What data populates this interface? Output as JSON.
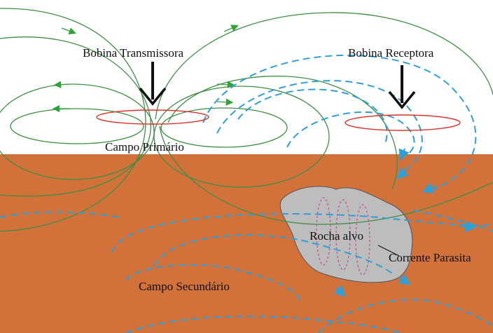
{
  "labels": {
    "transmitter_coil": "Bobina Transmissora",
    "receiver_coil": "Bobina Receptora",
    "primary_field": "Campo Primário",
    "target_rock": "Rocha alvo",
    "eddy_current": "Corrente Parasita",
    "secondary_field": "Campo Secundário"
  },
  "colors": {
    "ground": "#d2713a",
    "primary_field": "#3f8f45",
    "primary_arrow": "#2fa33a",
    "secondary_field": "#2f9fd6",
    "coil": "#d9342b",
    "rock": "#bdbdbd",
    "eddy_current": "#c0509a",
    "arrow": "#111111"
  }
}
